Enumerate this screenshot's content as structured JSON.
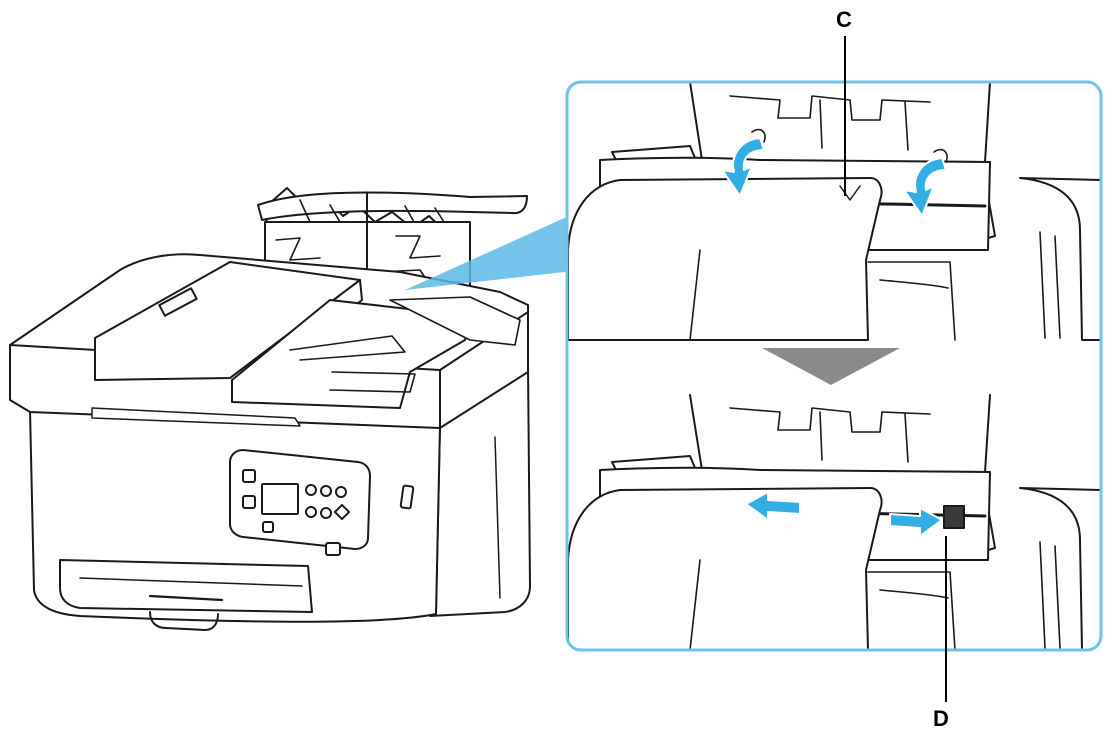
{
  "callouts": {
    "c": "C",
    "d": "D"
  },
  "colors": {
    "outline": "#1a1a1a",
    "device_fill": "#ffffff",
    "shadow": "#6f6f6f",
    "accent_blue": "#33aee5",
    "frame_blue": "#6cc3ec",
    "zoom_wedge": "#5ab9e6",
    "step_arrow": "#8a8a8a",
    "callout_text": "#000000"
  },
  "icons": [
    "printer-illustration",
    "rear-tray-closeup",
    "fold-guide-arrow-icon",
    "slide-guide-arrow-icon",
    "step-down-triangle-icon"
  ]
}
